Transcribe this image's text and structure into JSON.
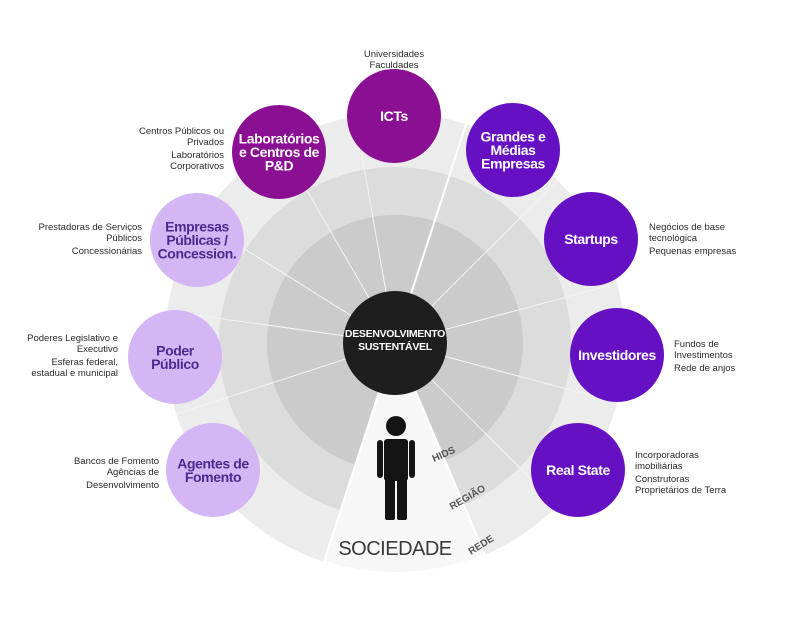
{
  "center": {
    "line1": "DESENVOLVIMENTO",
    "line2": "SUSTENTÁVEL"
  },
  "ring_labels": {
    "inner": "HIDS",
    "middle": "REGIÃO",
    "outer": "REDE"
  },
  "society_label": "SOCIEDADE",
  "nodes": [
    {
      "label": [
        "ICTs"
      ],
      "color": "#8b0f93",
      "text_color": "#ffffff",
      "notes": [
        "Universidades",
        "Faculdades"
      ]
    },
    {
      "label": [
        "Grandes e",
        "Médias",
        "Empresas"
      ],
      "color": "#6610c4",
      "text_color": "#ffffff",
      "notes": []
    },
    {
      "label": [
        "Startups"
      ],
      "color": "#6610c4",
      "text_color": "#ffffff",
      "notes": [
        "Negócios de base",
        "tecnológica",
        "Pequenas empresas"
      ]
    },
    {
      "label": [
        "Investidores"
      ],
      "color": "#6610c4",
      "text_color": "#ffffff",
      "notes": [
        "Fundos de",
        "Investimentos",
        "Rede de anjos"
      ]
    },
    {
      "label": [
        "Real State"
      ],
      "color": "#6610c4",
      "text_color": "#ffffff",
      "notes": [
        "Incorporadoras",
        "imobiliárias",
        "Construtoras",
        "Proprietários de Terra"
      ]
    },
    {
      "label": [
        "Agentes de",
        "Fomento"
      ],
      "color": "#d4b6f5",
      "text_color": "#4a2a8e",
      "notes": [
        "Bancos de Fomento",
        "Agências de",
        "Desenvolvimento"
      ]
    },
    {
      "label": [
        "Poder",
        "Público"
      ],
      "color": "#d4b6f5",
      "text_color": "#4a2a8e",
      "notes": [
        "Poderes Legislativo e",
        "Executivo",
        "Esferas federal,",
        "estadual e municipal"
      ]
    },
    {
      "label": [
        "Empresas",
        "Públicas /",
        "Concession."
      ],
      "color": "#d4b6f5",
      "text_color": "#4a2a8e",
      "notes": [
        "Prestadoras de Serviços",
        "Públicos",
        "Concessionárias"
      ]
    },
    {
      "label": [
        "Laboratórios",
        "e Centros de",
        "P&D"
      ],
      "color": "#8b0f93",
      "text_color": "#ffffff",
      "notes": [
        "Centros Públicos ou",
        "Privados",
        "Laboratórios",
        "Corporativos"
      ]
    }
  ],
  "colors": {
    "outer_ring": "#ececec",
    "middle_ring": "#dcdcdc",
    "inner_ring": "#cbcbcb",
    "center": "#1e1e1e",
    "person": "#141414"
  }
}
